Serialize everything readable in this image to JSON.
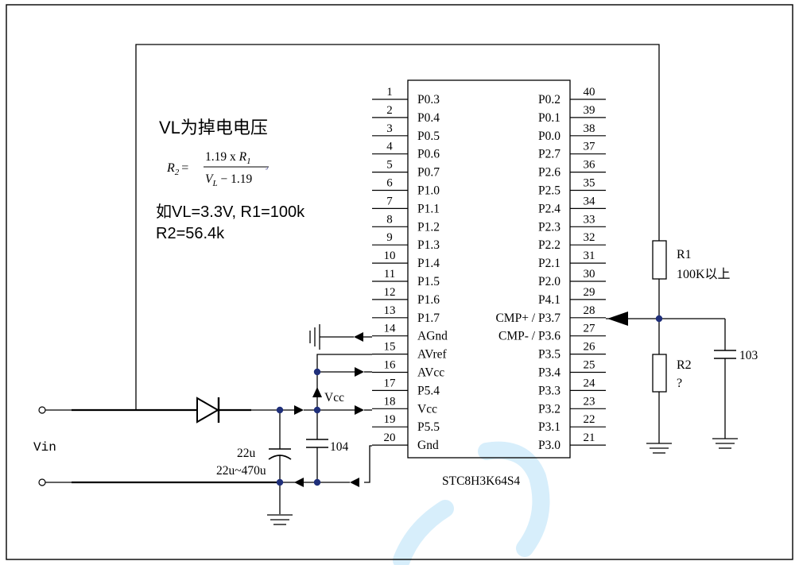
{
  "description": {
    "title": "VL为掉电电压",
    "example_line1": "如VL=3.3V, R1=100k",
    "example_line2": "R2=56.4k"
  },
  "formula": {
    "lhs": "R",
    "lhs_sub": "2",
    "equals": "=",
    "num_prefix": "1.19 x ",
    "num_var": "R",
    "num_sub": "1",
    "den_var": "V",
    "den_sub": "L",
    "den_suffix": " − 1.19"
  },
  "chip": {
    "name": "STC8H3K64S4",
    "left_pins": [
      {
        "num": "1",
        "label": "P0.3"
      },
      {
        "num": "2",
        "label": "P0.4"
      },
      {
        "num": "3",
        "label": "P0.5"
      },
      {
        "num": "4",
        "label": "P0.6"
      },
      {
        "num": "5",
        "label": "P0.7"
      },
      {
        "num": "6",
        "label": "P1.0"
      },
      {
        "num": "7",
        "label": "P1.1"
      },
      {
        "num": "8",
        "label": "P1.2"
      },
      {
        "num": "9",
        "label": "P1.3"
      },
      {
        "num": "10",
        "label": "P1.4"
      },
      {
        "num": "11",
        "label": "P1.5"
      },
      {
        "num": "12",
        "label": "P1.6"
      },
      {
        "num": "13",
        "label": "P1.7"
      },
      {
        "num": "14",
        "label": "AGnd"
      },
      {
        "num": "15",
        "label": "AVref"
      },
      {
        "num": "16",
        "label": "AVcc"
      },
      {
        "num": "17",
        "label": "P5.4"
      },
      {
        "num": "18",
        "label": "Vcc"
      },
      {
        "num": "19",
        "label": "P5.5"
      },
      {
        "num": "20",
        "label": "Gnd"
      }
    ],
    "right_pins": [
      {
        "num": "40",
        "label": "P0.2"
      },
      {
        "num": "39",
        "label": "P0.1"
      },
      {
        "num": "38",
        "label": "P0.0"
      },
      {
        "num": "37",
        "label": "P2.7"
      },
      {
        "num": "36",
        "label": "P2.6"
      },
      {
        "num": "35",
        "label": "P2.5"
      },
      {
        "num": "34",
        "label": "P2.4"
      },
      {
        "num": "33",
        "label": "P2.3"
      },
      {
        "num": "32",
        "label": "P2.2"
      },
      {
        "num": "31",
        "label": "P2.1"
      },
      {
        "num": "30",
        "label": "P2.0"
      },
      {
        "num": "29",
        "label": "P4.1"
      },
      {
        "num": "28",
        "label": "CMP+ / P3.7"
      },
      {
        "num": "27",
        "label": "CMP- / P3.6"
      },
      {
        "num": "26",
        "label": "P3.5"
      },
      {
        "num": "25",
        "label": "P3.4"
      },
      {
        "num": "24",
        "label": "P3.3"
      },
      {
        "num": "23",
        "label": "P3.2"
      },
      {
        "num": "22",
        "label": "P3.1"
      },
      {
        "num": "21",
        "label": "P3.0"
      }
    ]
  },
  "labels": {
    "vin": "Vin",
    "vcc": "Vcc",
    "r1_name": "R1",
    "r1_value": "100K以上",
    "r2_name": "R2",
    "r2_value": "?",
    "c_103": "103",
    "c_104": "104",
    "c_22u": "22u",
    "c_22u_470u": "22u~470u"
  }
}
